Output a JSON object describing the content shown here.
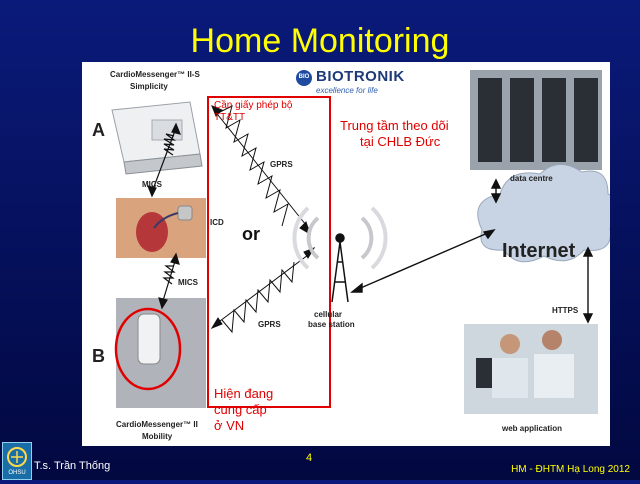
{
  "title": "Home Monitoring",
  "brand": {
    "name": "BIOTRONIK",
    "tagline": "excellence for life",
    "logo_text": "BIO"
  },
  "devices": {
    "top_name": "CardioMessenger™ II-S",
    "top_sub": "Simplicity",
    "bottom_name": "CardioMessenger™ II",
    "bottom_sub": "Mobility",
    "letter_a": "A",
    "letter_b": "B",
    "icd": "ICD"
  },
  "links": {
    "mics_top": "MICS",
    "mics_bottom": "MICS",
    "gprs_top": "GPRS",
    "gprs_bottom": "GPRS",
    "or": "or",
    "https": "HTTPS"
  },
  "nodes": {
    "base_station_1": "cellular",
    "base_station_2": "base station",
    "data_centre": "data centre",
    "internet": "Internet",
    "web_app": "web application"
  },
  "notes": {
    "license_1": "Cần giấy phép bộ",
    "license_2": "TT&TT",
    "germany_1": "Trung tầm theo dõi",
    "germany_2": "tại CHLB Đức",
    "vn_1": "Hiện đang",
    "vn_2": "cung cấp",
    "vn_3": "ở VN"
  },
  "footer": {
    "author": "T.s. Trần Thống",
    "page": "4",
    "event": "HM - ĐHTM Hạ Long 2012",
    "logo_text": "OHSU"
  },
  "colors": {
    "title": "#ffff00",
    "note_red": "#e00000",
    "background": "#05105a",
    "cloud": "#c8d4e4"
  }
}
